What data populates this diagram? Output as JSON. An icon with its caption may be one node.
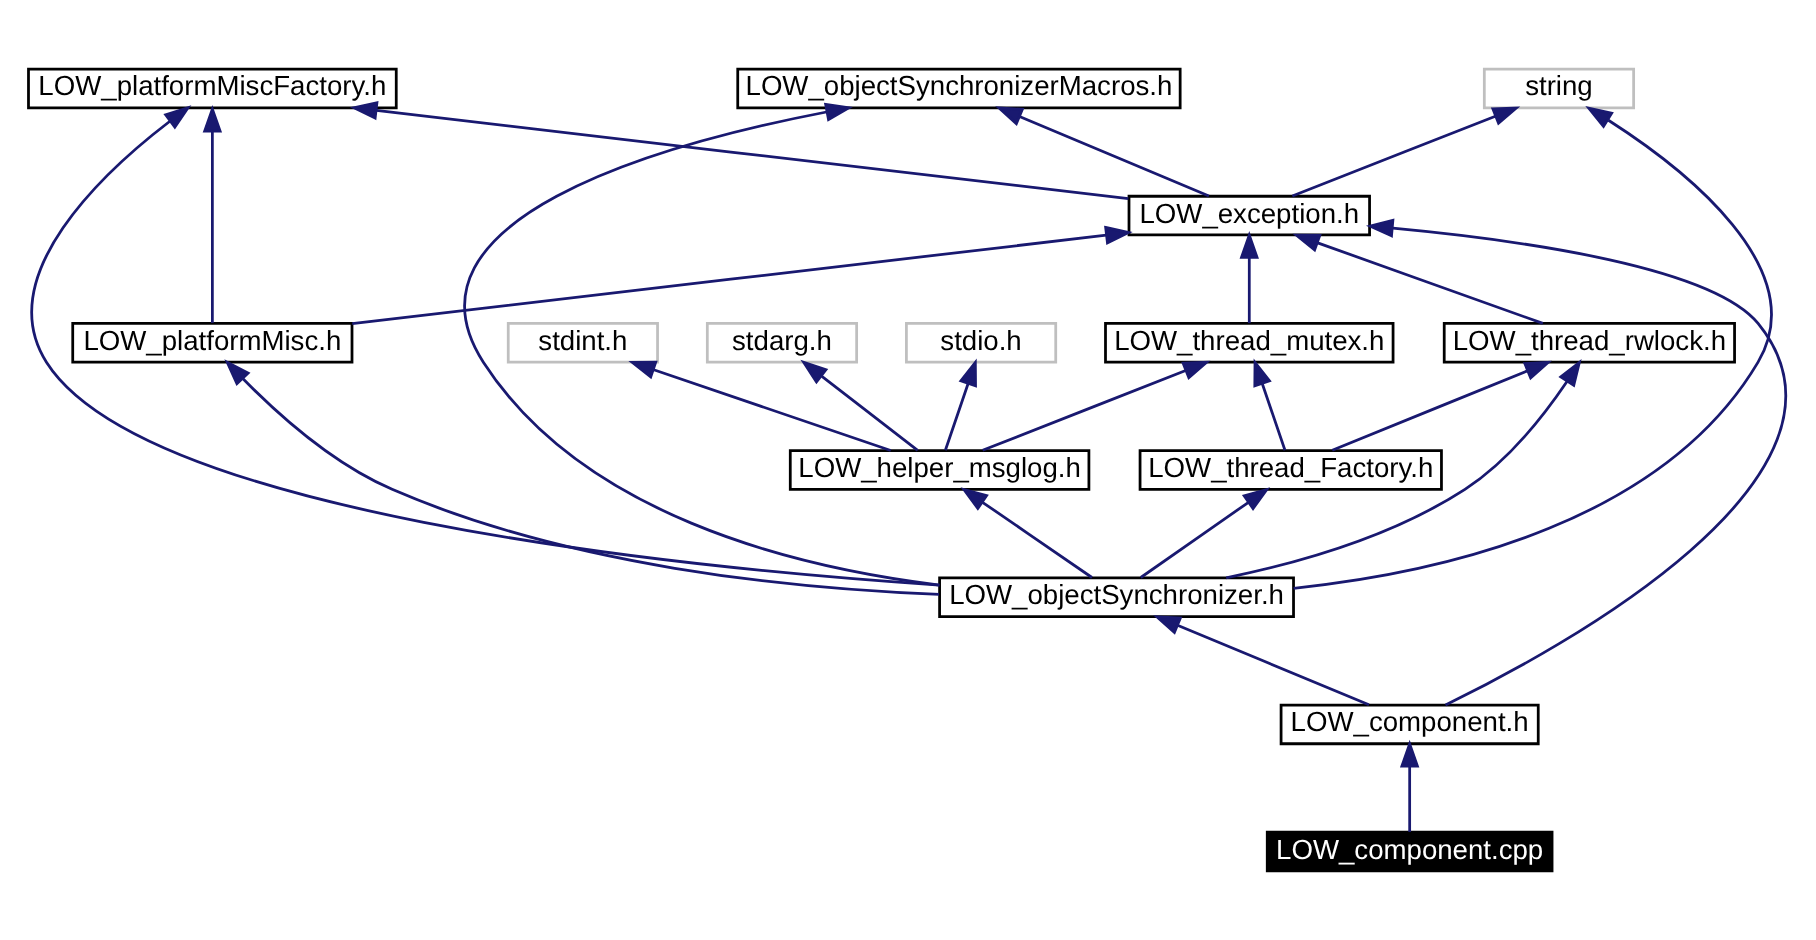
{
  "diagram": {
    "nodes": [
      {
        "text": [
          "LOW_platformMiscFactory.h"
        ]
      },
      {
        "text": [
          "LOW_objectSynchronizerMacros.h"
        ]
      },
      {
        "text": [
          "string"
        ]
      },
      {
        "text": [
          "LOW_exception.h"
        ]
      },
      {
        "text": [
          "LOW_platformMisc.h"
        ]
      },
      {
        "text": [
          "LOW_thread_rwlock.h"
        ]
      },
      {
        "text": [
          "LOW_thread_mutex.h"
        ]
      },
      {
        "text": [
          "stdint.h"
        ]
      },
      {
        "text": [
          "stdarg.h"
        ]
      },
      {
        "text": [
          "stdio.h"
        ]
      },
      {
        "text": [
          "LOW_thread_Factory.h"
        ]
      },
      {
        "text": [
          "LOW_helper_msglog.h"
        ]
      },
      {
        "text": [
          "LOW_objectSynchronizer.h"
        ]
      },
      {
        "text": [
          "LOW_component.h"
        ]
      },
      {
        "text": [
          "LOW_component.cpp"
        ]
      }
    ],
    "edges": [
      {
        "from": 14,
        "to": 13,
        "arrow": "to"
      },
      {
        "from": 13,
        "to": 12,
        "arrow": "to"
      },
      {
        "from": 13,
        "to": 3,
        "arrow": "to"
      },
      {
        "from": 12,
        "to": 0,
        "arrow": "to"
      },
      {
        "from": 12,
        "to": 1,
        "arrow": "to"
      },
      {
        "from": 12,
        "to": 2,
        "arrow": "to"
      },
      {
        "from": 12,
        "to": 4,
        "arrow": "to"
      },
      {
        "from": 12,
        "to": 5,
        "arrow": "to"
      },
      {
        "from": 12,
        "to": 10,
        "arrow": "to"
      },
      {
        "from": 12,
        "to": 11,
        "arrow": "to"
      },
      {
        "from": 3,
        "to": 0,
        "arrow": "to"
      },
      {
        "from": 3,
        "to": 1,
        "arrow": "to"
      },
      {
        "from": 3,
        "to": 2,
        "arrow": "to"
      },
      {
        "from": 4,
        "to": 0,
        "arrow": "to"
      },
      {
        "from": 4,
        "to": 3,
        "arrow": "to"
      },
      {
        "from": 5,
        "to": 3,
        "arrow": "to"
      },
      {
        "from": 6,
        "to": 3,
        "arrow": "to"
      },
      {
        "from": 10,
        "to": 5,
        "arrow": "to"
      },
      {
        "from": 10,
        "to": 6,
        "arrow": "to"
      },
      {
        "from": 11,
        "to": 6,
        "arrow": "to"
      },
      {
        "from": 11,
        "to": 7,
        "arrow": "to"
      },
      {
        "from": 11,
        "to": 8,
        "arrow": "to"
      },
      {
        "from": 11,
        "to": 9,
        "arrow": "to"
      }
    ]
  }
}
